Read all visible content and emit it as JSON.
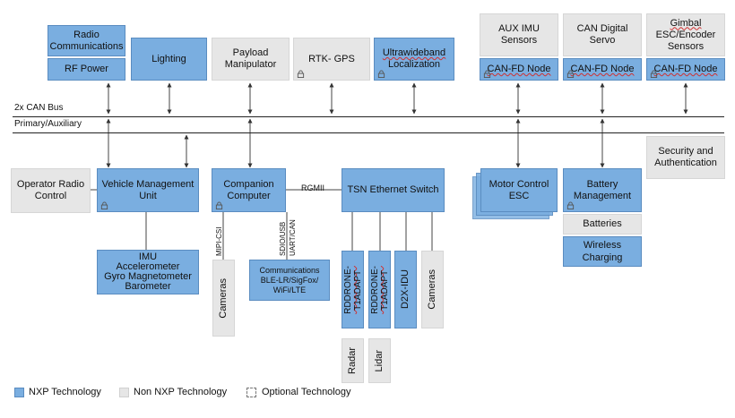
{
  "buses": {
    "can_bus": "2x CAN Bus",
    "primary_aux": "Primary/Auxiliary"
  },
  "top": {
    "radio_comms": "Radio Communications",
    "rf_power": "RF Power",
    "lighting": "Lighting",
    "payload": "Payload Manipulator",
    "rtk_gps": "RTK- GPS",
    "uwb_line1": "Ultrawideband",
    "uwb_line2": "Localization",
    "aux_imu": "AUX IMU Sensors",
    "can_servo": "CAN Digital Servo",
    "gimbal_line1": "Gimbal",
    "gimbal_line2": "ESC/Encoder Sensors",
    "canfd_1": "CAN-FD Node",
    "canfd_2": "CAN-FD Node",
    "canfd_3": "CAN-FD Node"
  },
  "middle": {
    "operator": "Operator Radio Control",
    "vmu": "Vehicle Management Unit",
    "companion": "Companion Computer",
    "rgmii": "RGMII",
    "tsn": "TSN Ethernet Switch",
    "motor": "Motor Control ESC",
    "battery_mgmt": "Battery Management",
    "security": "Security and Authentication",
    "batteries": "Batteries",
    "wireless": "Wireless",
    "charging": "Charging"
  },
  "bottom": {
    "imu_line1": "IMU",
    "imu_line2": "Accelerometer",
    "imu_line3": "Gyro Magnetometer",
    "imu_line4": "Barometer",
    "mipi": "MIPI-CSI",
    "sdio": "SDIO/USB",
    "uart": "UART/CAN",
    "cameras_left": "Cameras",
    "comms_line1": "Communications",
    "comms_line2": "BLE-LR/SigFox/",
    "comms_line3": "WiFi/LTE",
    "rddrone1_line1": "RDDRONE-",
    "rddrone1_line2": "T1ADAPT",
    "rddrone2_line1": "RDDRONE-",
    "rddrone2_line2": "T1ADAPT",
    "d2x": "D2X-IDU",
    "cameras_right": "Cameras",
    "radar": "Radar",
    "lidar": "Lidar"
  },
  "legend": {
    "nxp": "NXP Technology",
    "non_nxp": "Non  NXP Technology",
    "optional": "Optional Technology"
  },
  "colors": {
    "nxp_blue": "#7aaee0",
    "non_nxp_grey": "#e6e6e6"
  }
}
